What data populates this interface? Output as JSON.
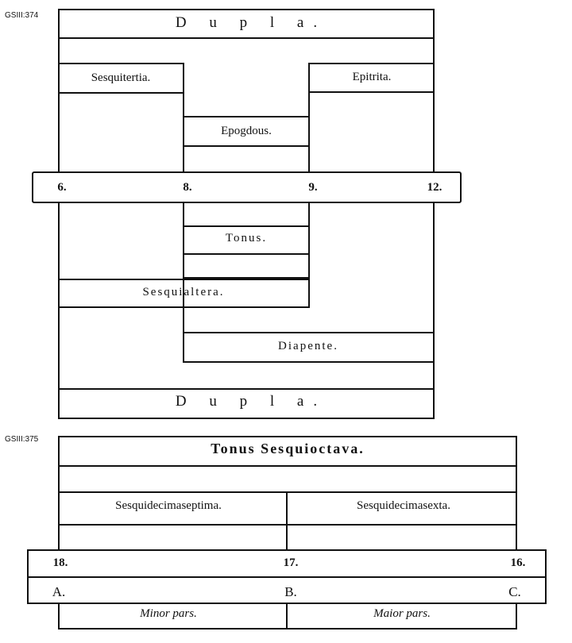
{
  "refs": {
    "top": "GSIII:374",
    "bottom": "GSIII:375"
  },
  "top_diagram": {
    "dupla_top": "D u p l a.",
    "sesquitertia": "Sesquitertia.",
    "epitrita": "Epitrita.",
    "epogdous": "Epogdous.",
    "numbers": [
      "6.",
      "8.",
      "9.",
      "12."
    ],
    "tonus": "Tonus.",
    "sesquialtera": "Sesquialtera.",
    "diapente": "Diapente.",
    "dupla_bottom": "D u p l a."
  },
  "bottom_diagram": {
    "title": "Tonus Sesquioctava.",
    "left": "Sesquidecimaseptima.",
    "right": "Sesquidecimasexta.",
    "numbers": [
      "18.",
      "17.",
      "16."
    ],
    "letters": [
      "A.",
      "B.",
      "C."
    ],
    "minor": "Minor pars.",
    "maior": "Maior pars."
  }
}
